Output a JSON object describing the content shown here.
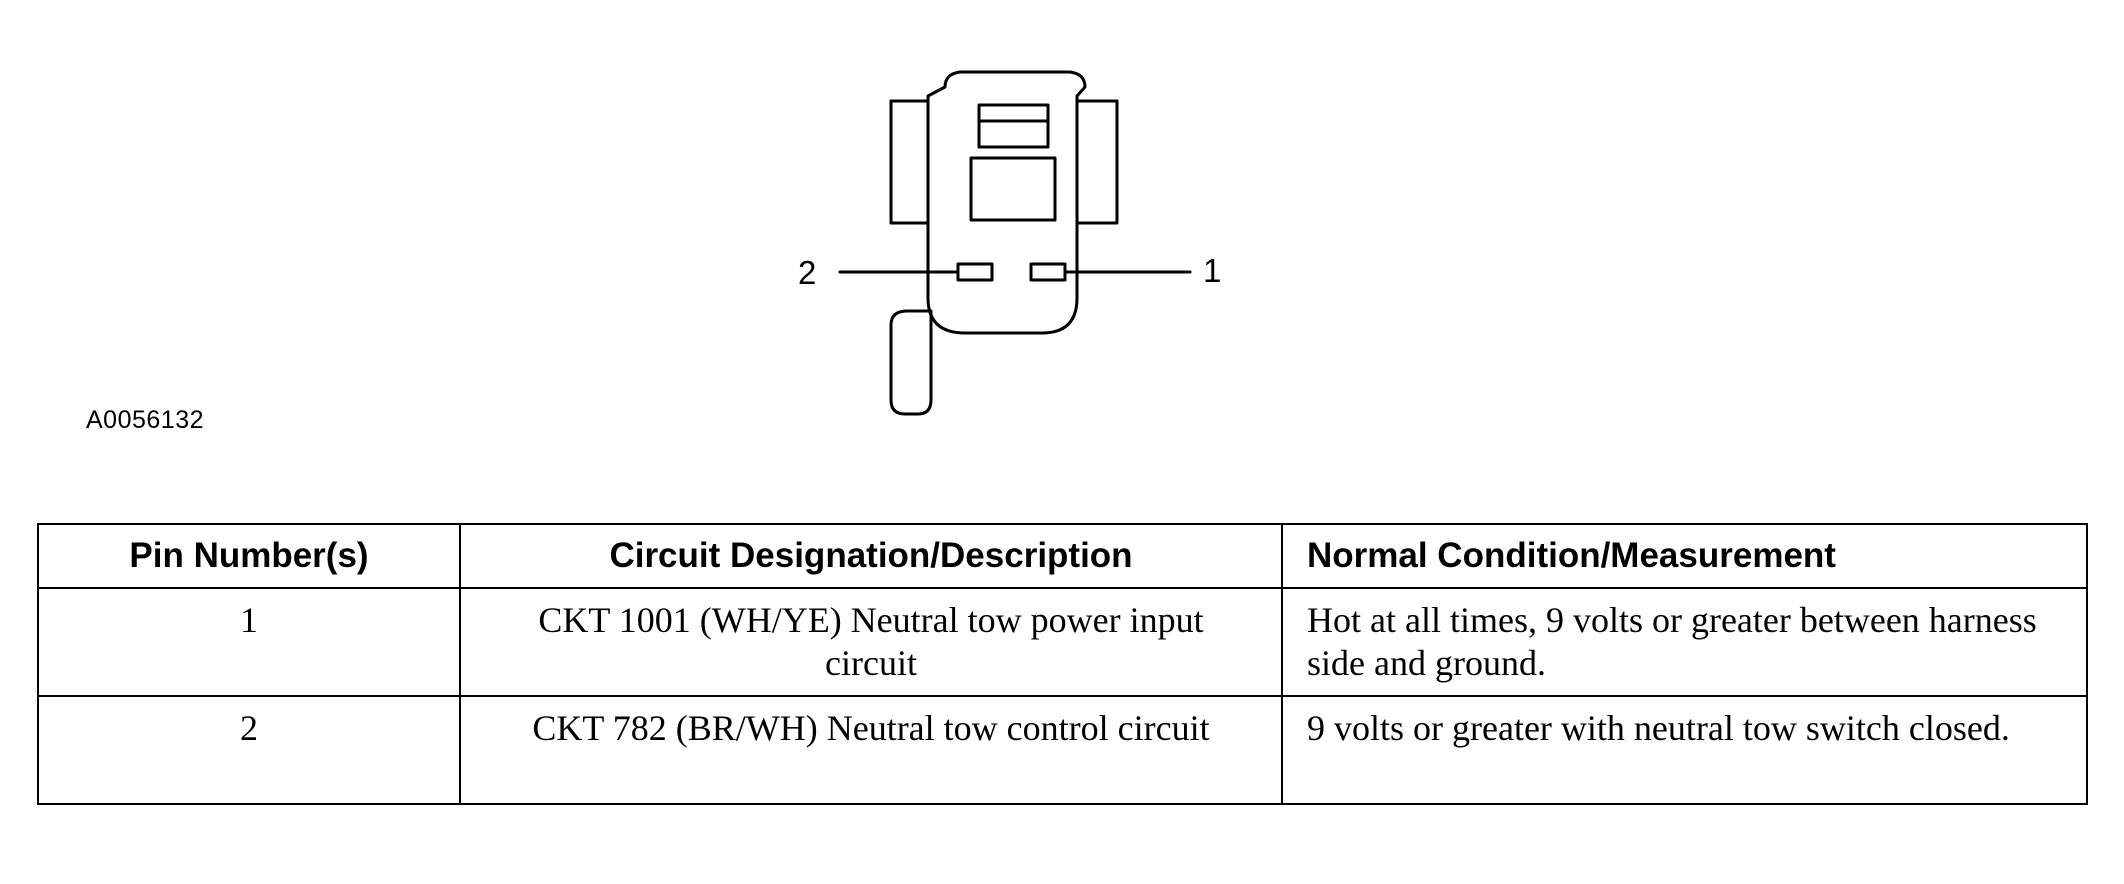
{
  "figure": {
    "id": "A0056132",
    "pin_labels": [
      "2",
      "1"
    ]
  },
  "table": {
    "headers": [
      "Pin Number(s)",
      "Circuit Designation/Description",
      "Normal Condition/Measurement"
    ],
    "rows": [
      {
        "pin": "1",
        "description": "CKT 1001 (WH/YE) Neutral tow power input circuit",
        "condition": "Hot at all times, 9 volts or greater between harness side and ground."
      },
      {
        "pin": "2",
        "description": "CKT 782 (BR/WH) Neutral tow control circuit",
        "condition": "9 volts or greater with neutral tow switch closed."
      }
    ]
  }
}
